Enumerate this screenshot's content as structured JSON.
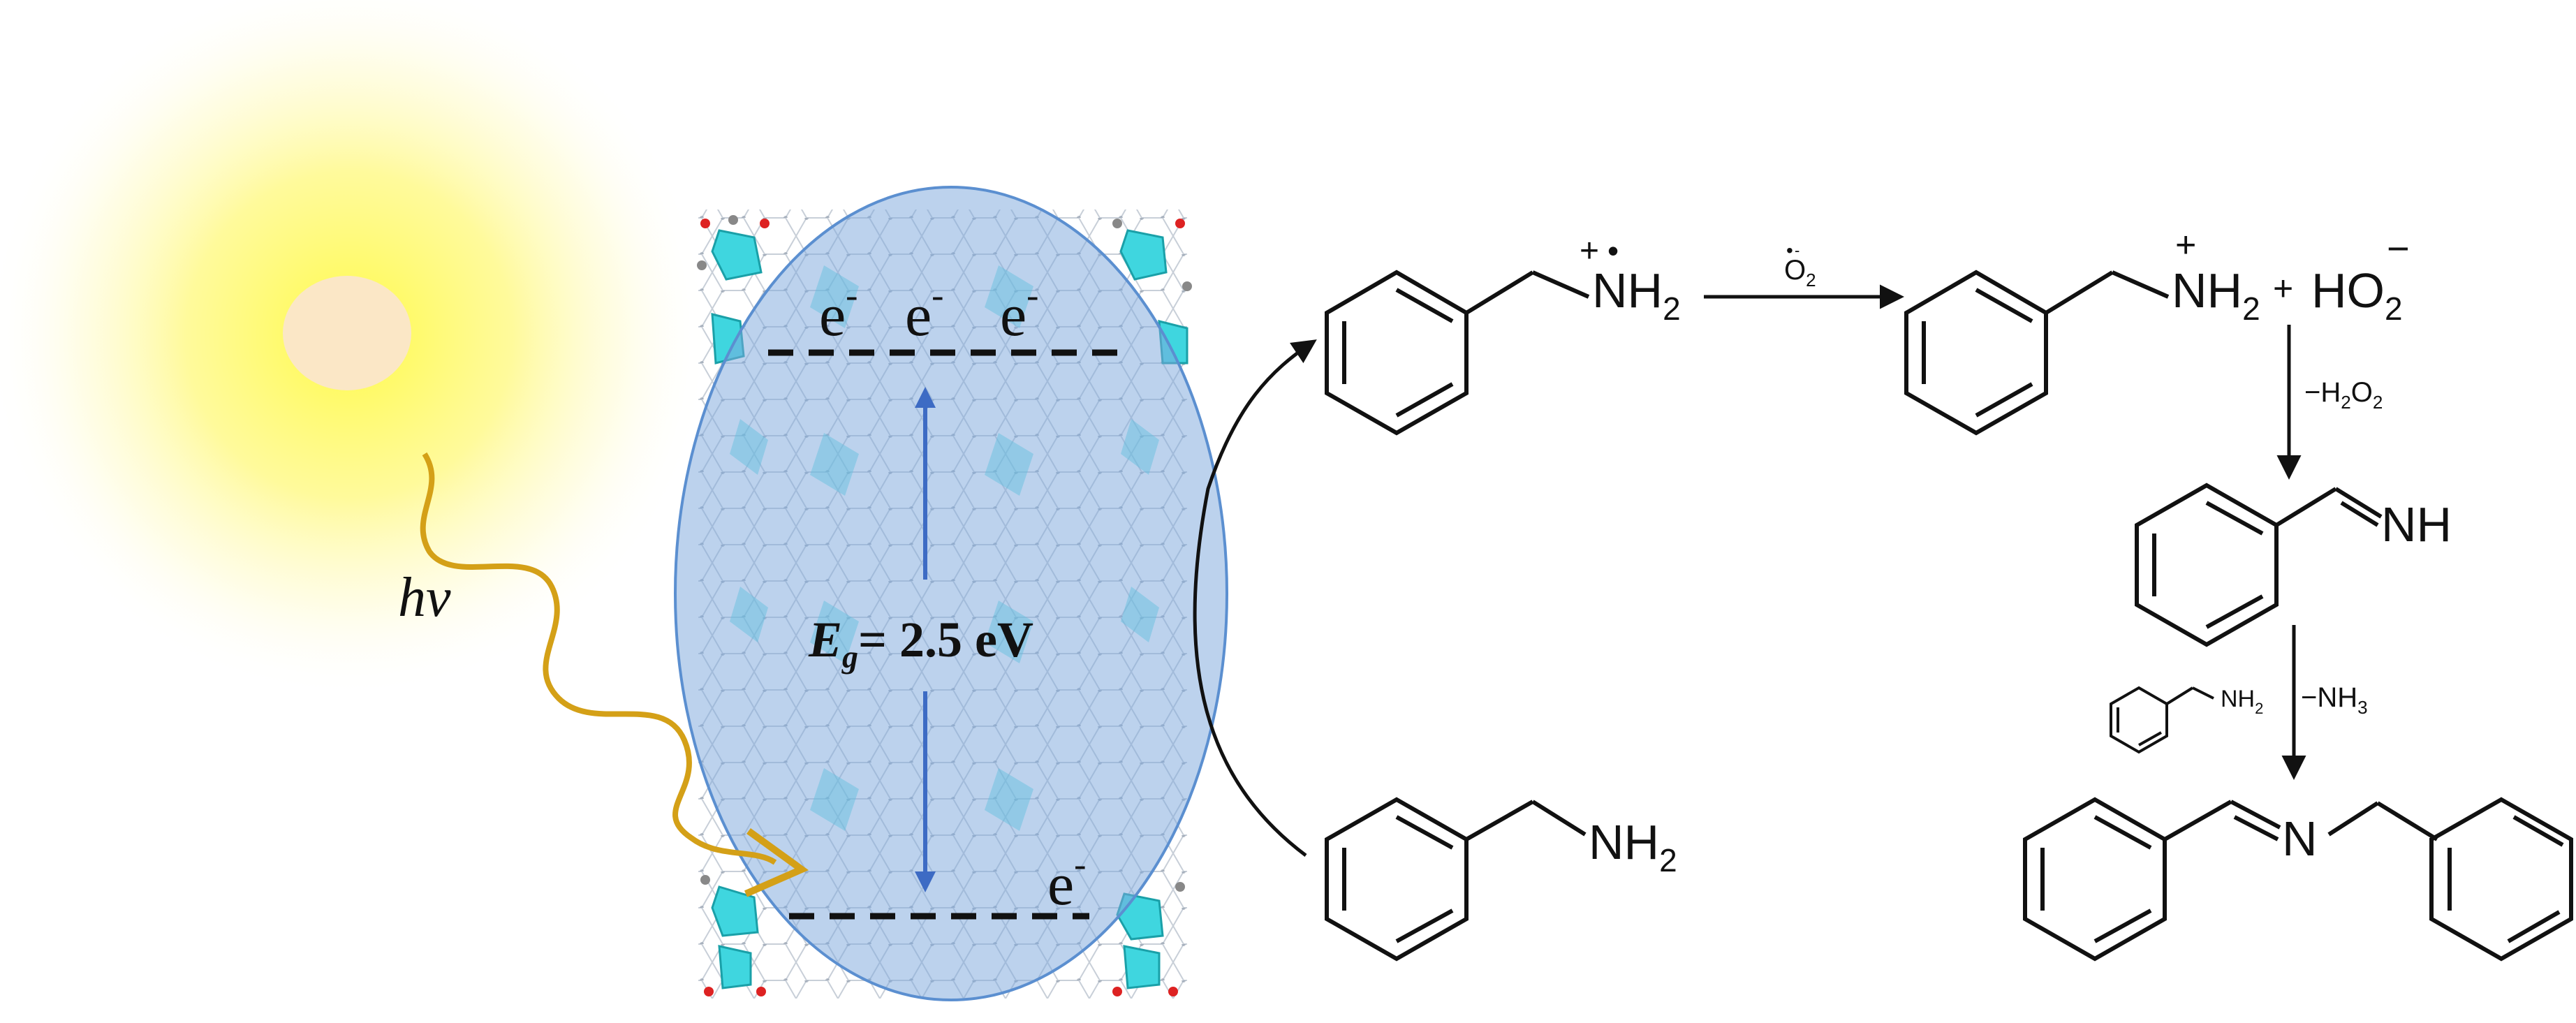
{
  "light": {
    "label": "hv"
  },
  "band_diagram": {
    "cb_electrons": [
      "e",
      "e",
      "e"
    ],
    "electron_sup": "-",
    "gap_symbol": "E",
    "gap_subscript": "g",
    "gap_value": "= 2.5 eV",
    "vb_electron": "e"
  },
  "reaction": {
    "radical_cation_group": "NH",
    "radical_cation_charge": "+",
    "radical_dot": "•",
    "radical_cation_sub": "2",
    "o2_label": "O",
    "o2_sub": "2",
    "o2_dot": "•",
    "o2_minus": "-",
    "cation_group": "NH",
    "cation_charge": "+",
    "cation_sub": "2",
    "plus_sign": "+",
    "hydroperoxide": "HO",
    "hydroperoxide_sub": "2",
    "hydroperoxide_charge": "−",
    "minus_h2o2": "−H",
    "minus_h2o2_sub": "2",
    "minus_h2o2_o": "O",
    "minus_h2o2_sub2": "2",
    "imine_group": "NH",
    "reagent_group": "NH",
    "reagent_sub": "2",
    "minus_nh3": "−NH",
    "minus_nh3_sub": "3",
    "product_n": "N",
    "amine_group": "NH",
    "amine_sub": "2"
  },
  "colors": {
    "sun_core": "#fbe7c6",
    "sun_glow": "#fff86a",
    "photon": "#d4a017",
    "particle": "#7fa9dc",
    "gap_arrow": "#3d6bc4",
    "polyhedra": "#3fd6df"
  }
}
